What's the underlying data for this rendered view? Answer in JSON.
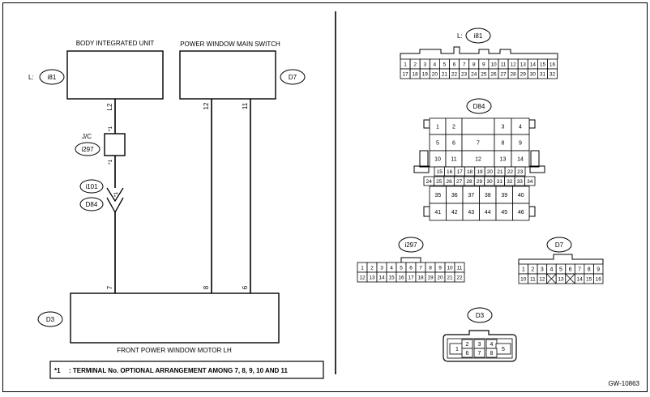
{
  "wiring": {
    "bcu_title": "BODY INTEGRATED UNIT",
    "pwms_title": "POWER WINDOW MAIN SWITCH",
    "motor_title": "FRONT POWER WINDOW MOTOR LH",
    "l_prefix": "L:",
    "bcu_conn": "i81",
    "pwms_conn": "D7",
    "motor_conn": "D3",
    "jc_label": "J/C",
    "jc_conn": "i297",
    "joint_conn_a": "i101",
    "joint_conn_b": "D84",
    "wire_l2": "L2",
    "wire_12": "12",
    "wire_11": "11",
    "star1_top": "*1",
    "star1_bottom": "*1",
    "joint_term": "*1",
    "motor_pin_7": "7",
    "motor_pin_8": "8",
    "motor_pin_6": "6"
  },
  "note": {
    "star": "*1",
    "text": ": TERMINAL No. OPTIONAL ARRANGEMENT AMONG 7, 8, 9, 10 AND 11"
  },
  "connectors": {
    "i81": {
      "label": "i81",
      "prefix": "L:",
      "row1": [
        "1",
        "2",
        "3",
        "4",
        "5",
        "6",
        "7",
        "8",
        "9",
        "10",
        "11",
        "12",
        "13",
        "14",
        "15",
        "16"
      ],
      "row2": [
        "17",
        "18",
        "19",
        "20",
        "21",
        "22",
        "23",
        "24",
        "25",
        "26",
        "27",
        "28",
        "29",
        "30",
        "31",
        "32"
      ]
    },
    "d84": {
      "label": "D84",
      "rows": [
        [
          "1",
          "2",
          "",
          "3",
          "4"
        ],
        [
          "5",
          "6",
          "7",
          "8",
          "9"
        ],
        [
          "10",
          "11",
          "12",
          "13",
          "14"
        ],
        [
          "15",
          "16",
          "17",
          "18",
          "19",
          "20",
          "21",
          "22",
          "23"
        ],
        [
          "24",
          "25",
          "26",
          "27",
          "28",
          "29",
          "30",
          "31",
          "32",
          "33",
          "34"
        ],
        [
          "35",
          "36",
          "37",
          "38",
          "39",
          "40"
        ],
        [
          "41",
          "42",
          "43",
          "44",
          "45",
          "46"
        ]
      ]
    },
    "i297": {
      "label": "i297",
      "row1": [
        "1",
        "2",
        "3",
        "4",
        "5",
        "6",
        "7",
        "8",
        "9",
        "10",
        "11"
      ],
      "row2": [
        "12",
        "13",
        "14",
        "15",
        "16",
        "17",
        "18",
        "19",
        "20",
        "21",
        "22"
      ]
    },
    "d7": {
      "label": "D7",
      "row1": [
        "1",
        "2",
        "3",
        "4",
        "5",
        "6",
        "7",
        "8",
        "9"
      ],
      "row2": [
        "10",
        "11",
        "12",
        "",
        "13",
        "",
        "14",
        "15",
        "16"
      ]
    },
    "d3": {
      "label": "D3",
      "pins": [
        "1",
        "2",
        "3",
        "4",
        "5",
        "6",
        "7",
        "8"
      ]
    }
  },
  "diagram_id": "GW-10863"
}
